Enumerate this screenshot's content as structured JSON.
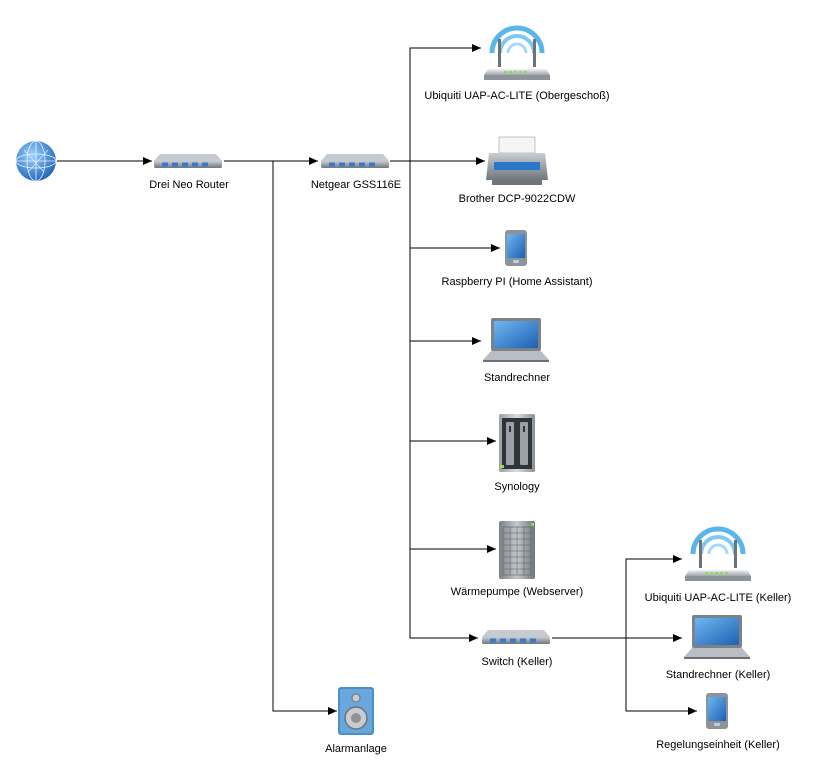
{
  "diagram": {
    "title": "",
    "colors": {
      "line": "#000000",
      "background": "#ffffff",
      "device_body": "#8e959b",
      "device_port": "#3c78c8",
      "wifi_wave": "#59b6ea",
      "led_green": "#8de04a",
      "screen": "#2a78c9",
      "globe": "#2a7ad0",
      "speaker_bg": "#4a90c8"
    },
    "nodes": {
      "internet": {
        "label": "",
        "icon": "globe-icon"
      },
      "router": {
        "label": "Drei Neo Router",
        "icon": "router-icon"
      },
      "switch_main": {
        "label": "Netgear GSS116E",
        "icon": "switch-icon"
      },
      "ap_upper": {
        "label": "Ubiquiti UAP-AC-LITE (Obergeschoß)",
        "icon": "wireless-access-point-icon"
      },
      "printer": {
        "label": "Brother DCP-9022CDW",
        "icon": "printer-icon"
      },
      "raspberry": {
        "label": "Raspberry PI (Home Assistant)",
        "icon": "mobile-device-icon"
      },
      "desktop": {
        "label": "Standrechner",
        "icon": "laptop-icon"
      },
      "synology": {
        "label": "Synology",
        "icon": "nas-icon"
      },
      "heatpump": {
        "label": "Wärmepumpe (Webserver)",
        "icon": "server-icon"
      },
      "switch_basement": {
        "label": "Switch (Keller)",
        "icon": "switch-icon"
      },
      "ap_basement": {
        "label": "Ubiquiti UAP-AC-LITE (Keller)",
        "icon": "wireless-access-point-icon"
      },
      "desktop_basement": {
        "label": "Standrechner (Keller)",
        "icon": "laptop-icon"
      },
      "controller": {
        "label": "Regelungseinheit (Keller)",
        "icon": "mobile-device-icon"
      },
      "alarm": {
        "label": "Alarmanlage",
        "icon": "speaker-icon"
      }
    },
    "edges": [
      {
        "from": "internet",
        "to": "router"
      },
      {
        "from": "router",
        "to": "switch_main"
      },
      {
        "from": "router",
        "to": "alarm"
      },
      {
        "from": "switch_main",
        "to": "ap_upper"
      },
      {
        "from": "switch_main",
        "to": "printer"
      },
      {
        "from": "switch_main",
        "to": "raspberry"
      },
      {
        "from": "switch_main",
        "to": "desktop"
      },
      {
        "from": "switch_main",
        "to": "synology"
      },
      {
        "from": "switch_main",
        "to": "heatpump"
      },
      {
        "from": "switch_main",
        "to": "switch_basement"
      },
      {
        "from": "switch_basement",
        "to": "ap_basement"
      },
      {
        "from": "switch_basement",
        "to": "desktop_basement"
      },
      {
        "from": "switch_basement",
        "to": "controller"
      }
    ]
  }
}
